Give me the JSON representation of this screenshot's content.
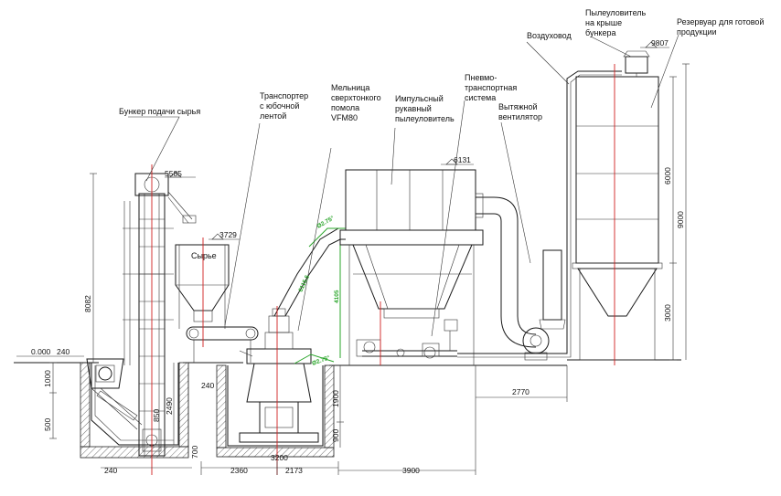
{
  "labels": {
    "bunker": "Бункер подачи сырья",
    "conveyor": [
      "Транспортер",
      "с юбочной",
      "лентой"
    ],
    "mill": [
      "Мельница",
      "сверхтонкого",
      "помола",
      "VFM80"
    ],
    "dust_collector": [
      "Импульсный",
      "рукавный",
      "пылеуловитель"
    ],
    "pneumo": [
      "Пневмо-",
      "транспортная",
      "система"
    ],
    "fan": [
      "Вытяжной",
      "вентилятор"
    ],
    "air_duct": "Воздуховод",
    "roof_collector": [
      "Пылеуловитель",
      "на крыше",
      "бункера"
    ],
    "reservoir": [
      "Резервуар для готовой",
      "продукции"
    ],
    "raw": "Сырье"
  },
  "dimensions": {
    "elev_0": "0.000",
    "d240_top": "240",
    "d1000": "1000",
    "d500": "500",
    "d8082": "8082",
    "d5585": "5585",
    "d3729": "3729",
    "d2490": "2490",
    "d850": "850",
    "d240_mid": "240",
    "d240_bot": "240",
    "d700": "700",
    "d2360": "2360",
    "d3200": "3200",
    "d2173": "2173",
    "d1900": "1900",
    "d900": "900",
    "d3900": "3900",
    "d2770": "2770",
    "d6131": "6131",
    "d9807": "9807",
    "d6000": "6000",
    "d9000": "9000",
    "d3000": "3000",
    "g1": "Ø2.75°",
    "g2": "6115.5",
    "g3": "4105",
    "g4": "Ø2.75°"
  }
}
